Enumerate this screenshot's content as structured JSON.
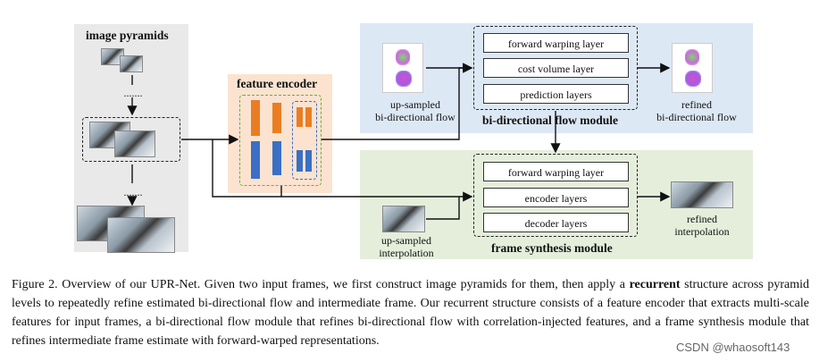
{
  "diagram": {
    "image_pyramids": {
      "title": "image pyramids",
      "dots": "......."
    },
    "feature_encoder": {
      "title": "feature encoder"
    },
    "flow_module": {
      "title": "bi-directional flow module",
      "layers": [
        "forward warping layer",
        "cost volume layer",
        "prediction layers"
      ],
      "input_label": "up-sampled\nbi-directional flow",
      "output_label": "refined\nbi-directional flow"
    },
    "synthesis_module": {
      "title": "frame synthesis module",
      "layers": [
        "forward warping layer",
        "encoder layers",
        "decoder layers"
      ],
      "input_label": "up-sampled\ninterpolation",
      "output_label": "refined\ninterpolation"
    }
  },
  "caption": {
    "prefix": "Figure 2.  Overview of our UPR-Net.  Given two input frames, we first construct image pyramids for them, then apply a ",
    "bold": "recurrent",
    "suffix": " structure across pyramid levels to repeatedly refine estimated bi-directional flow and intermediate frame. Our recurrent structure consists of a feature encoder that extracts multi-scale features for input frames, a bi-directional flow module that refines bi-directional flow with correlation-injected features, and a frame synthesis module that refines intermediate frame estimate with forward-warped representations."
  },
  "watermark": "CSDN @whaosoft143"
}
